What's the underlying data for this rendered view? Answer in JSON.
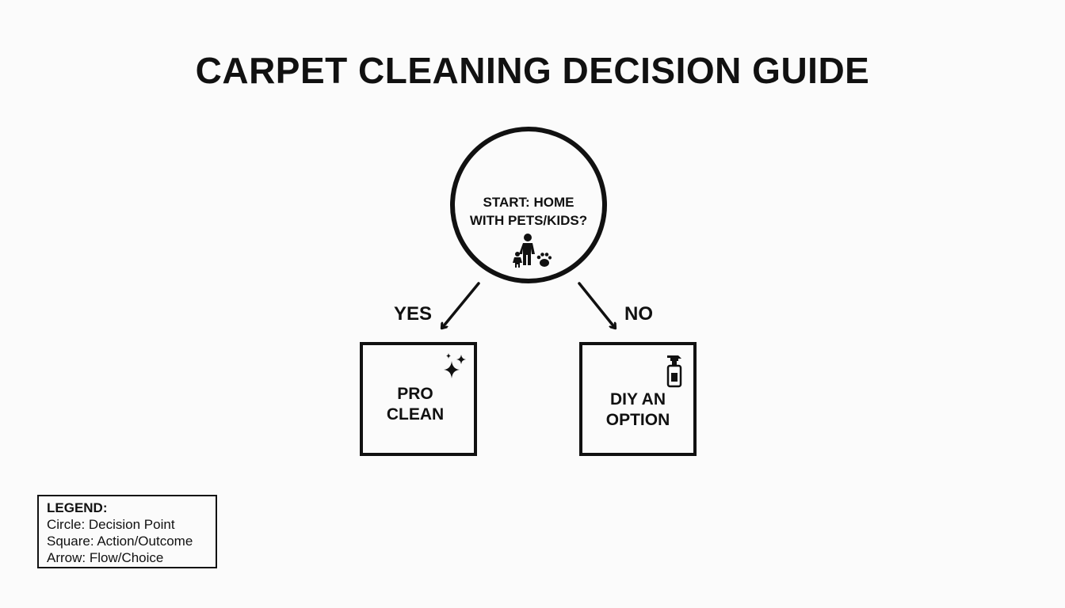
{
  "title": "CARPET CLEANING DECISION GUIDE",
  "start_node": {
    "line1": "START: HOME",
    "line2": "WITH PETS/KIDS?",
    "icon": "family-pet-icon"
  },
  "branches": {
    "yes_label": "YES",
    "no_label": "NO"
  },
  "outcomes": {
    "pro": {
      "line1": "PRO",
      "line2": "CLEAN",
      "icon": "sparkle-icon"
    },
    "diy": {
      "line1": "DIY AN",
      "line2": "OPTION",
      "icon": "spray-bottle-icon"
    }
  },
  "legend": {
    "title": "LEGEND:",
    "items": [
      "Circle: Decision Point",
      "Square: Action/Outcome",
      "Arrow: Flow/Choice"
    ]
  },
  "colors": {
    "background": "#fbfbfb",
    "ink": "#111111"
  }
}
